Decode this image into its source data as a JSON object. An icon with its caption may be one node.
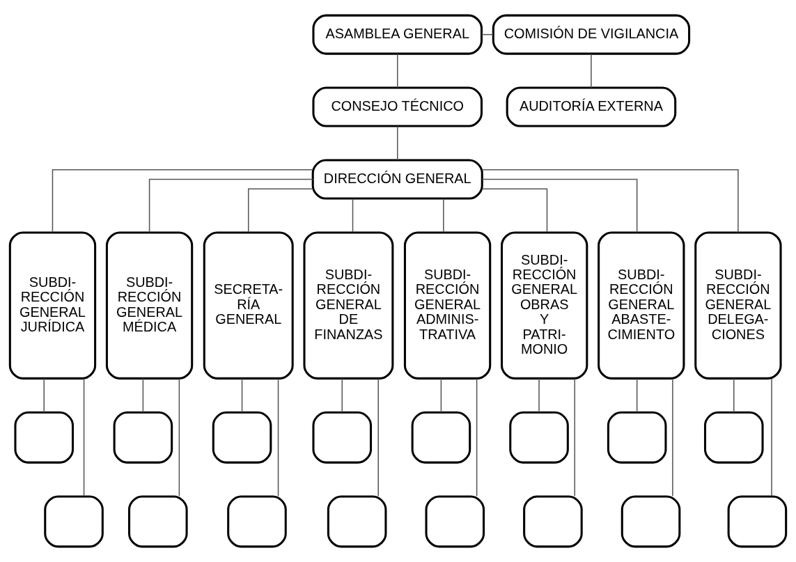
{
  "diagram": {
    "nodes": [
      {
        "text": [
          "ASAMBLEA GENERAL"
        ]
      },
      {
        "text": [
          "COMISIÓN DE VIGILANCIA"
        ]
      },
      {
        "text": [
          "CONSEJO TÉCNICO"
        ]
      },
      {
        "text": [
          "DIRECCIÓN GENERAL"
        ]
      },
      {
        "text": [
          "AUDITORÍA EXTERNA"
        ]
      },
      {
        "text": [
          "SUBDI- RECCIÓN GENERAL JURÍDICA"
        ]
      },
      {
        "text": [
          "SUBDI- RECCIÓN GENERAL MÉDICA"
        ]
      },
      {
        "text": [
          "SECRETA- RÍA GENERAL"
        ]
      },
      {
        "text": [
          "SUBDI- RECCIÓN GENERAL DE FINANZAS"
        ]
      },
      {
        "text": [
          "SUBDI- RECCIÓN GENERAL ADMINIS- TRATIVA"
        ]
      },
      {
        "text": [
          "SUBDI- RECCIÓN GENERAL OBRAS Y PATRI- MONIO"
        ]
      },
      {
        "text": [
          "SUBDI- RECCIÓN GENERAL ABASTE- CIMIENTO"
        ]
      },
      {
        "text": [
          "SUBDI- RECCIÓN GENERAL DELEGA- CIONES"
        ]
      },
      {
        "text": [],
        "shape": "box"
      },
      {
        "text": [],
        "shape": "box"
      },
      {
        "text": [],
        "shape": "box"
      },
      {
        "text": [],
        "shape": "box"
      },
      {
        "text": [],
        "shape": "box"
      },
      {
        "text": [],
        "shape": "box"
      },
      {
        "text": [],
        "shape": "box"
      },
      {
        "text": [],
        "shape": "box"
      },
      {
        "text": [],
        "shape": "box"
      },
      {
        "text": [],
        "shape": "box"
      },
      {
        "text": [],
        "shape": "box"
      },
      {
        "text": [],
        "shape": "box"
      },
      {
        "text": [],
        "shape": "box"
      },
      {
        "text": [],
        "shape": "box"
      },
      {
        "text": [],
        "shape": "box"
      },
      {
        "text": [],
        "shape": "box"
      }
    ],
    "edges": [
      {
        "from": 0,
        "to": 2,
        "arrow": "none"
      },
      {
        "from": 1,
        "to": 0,
        "arrow": "none"
      },
      {
        "from": 1,
        "to": 4,
        "arrow": "none"
      },
      {
        "from": 2,
        "to": 3,
        "arrow": "none"
      },
      {
        "from": 3,
        "to": 5,
        "arrow": "none"
      },
      {
        "from": 3,
        "to": 6,
        "arrow": "none"
      },
      {
        "from": 3,
        "to": 7,
        "arrow": "none"
      },
      {
        "from": 3,
        "to": 8,
        "arrow": "none"
      },
      {
        "from": 3,
        "to": 9,
        "arrow": "none"
      },
      {
        "from": 3,
        "to": 10,
        "arrow": "none"
      },
      {
        "from": 3,
        "to": 11,
        "arrow": "none"
      },
      {
        "from": 3,
        "to": 12,
        "arrow": "none"
      },
      {
        "from": 5,
        "to": 13,
        "arrow": "none"
      },
      {
        "from": 5,
        "to": 14,
        "arrow": "none"
      },
      {
        "from": 6,
        "to": 15,
        "arrow": "none"
      },
      {
        "from": 6,
        "to": 16,
        "arrow": "none"
      },
      {
        "from": 7,
        "to": 17,
        "arrow": "none"
      },
      {
        "from": 7,
        "to": 18,
        "arrow": "none"
      },
      {
        "from": 8,
        "to": 19,
        "arrow": "none"
      },
      {
        "from": 8,
        "to": 20,
        "arrow": "none"
      },
      {
        "from": 9,
        "to": 21,
        "arrow": "none"
      },
      {
        "from": 9,
        "to": 22,
        "arrow": "none"
      },
      {
        "from": 10,
        "to": 23,
        "arrow": "none"
      },
      {
        "from": 10,
        "to": 24,
        "arrow": "none"
      },
      {
        "from": 11,
        "to": 25,
        "arrow": "none"
      },
      {
        "from": 11,
        "to": 26,
        "arrow": "none"
      },
      {
        "from": 12,
        "to": 27,
        "arrow": "none"
      },
      {
        "from": 12,
        "to": 28,
        "arrow": "none"
      }
    ]
  }
}
